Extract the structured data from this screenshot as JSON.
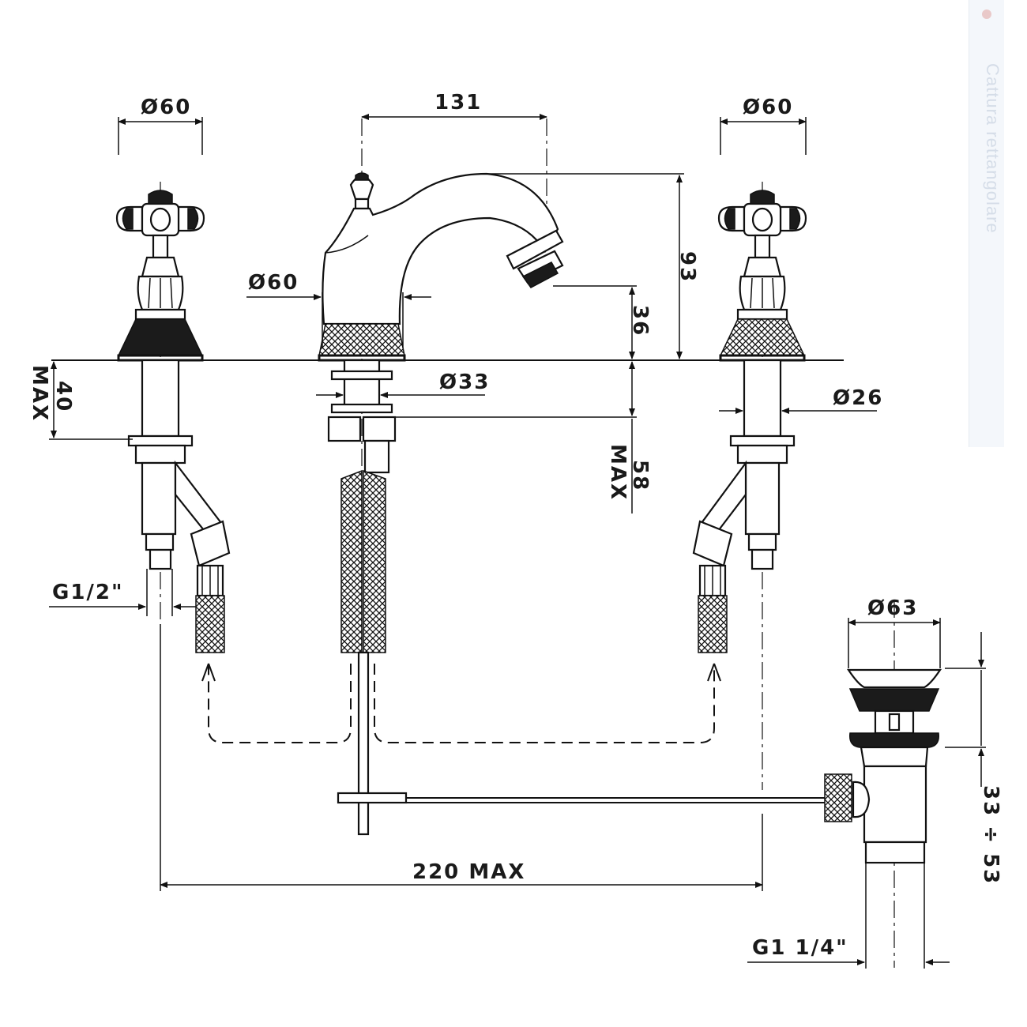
{
  "dimensions": {
    "left_handle_dia": "Ø60",
    "right_handle_dia": "Ø60",
    "spout_reach": "131",
    "spout_body_dia": "Ø60",
    "spout_height": "93",
    "outlet_height": "36",
    "left_deck_thickness": "40",
    "left_deck_max": "MAX",
    "shank_dia": "Ø33",
    "stem_dia": "Ø26",
    "right_deck_thickness": "58",
    "right_deck_max": "MAX",
    "inlet_thread": "G1/2\"",
    "waste_dia": "Ø63",
    "centers": "220 MAX",
    "waste_height": "33 ÷ 53",
    "waste_thread": "G1 1/4\""
  },
  "side_panel": {
    "label": "Cattura rettangolare"
  }
}
